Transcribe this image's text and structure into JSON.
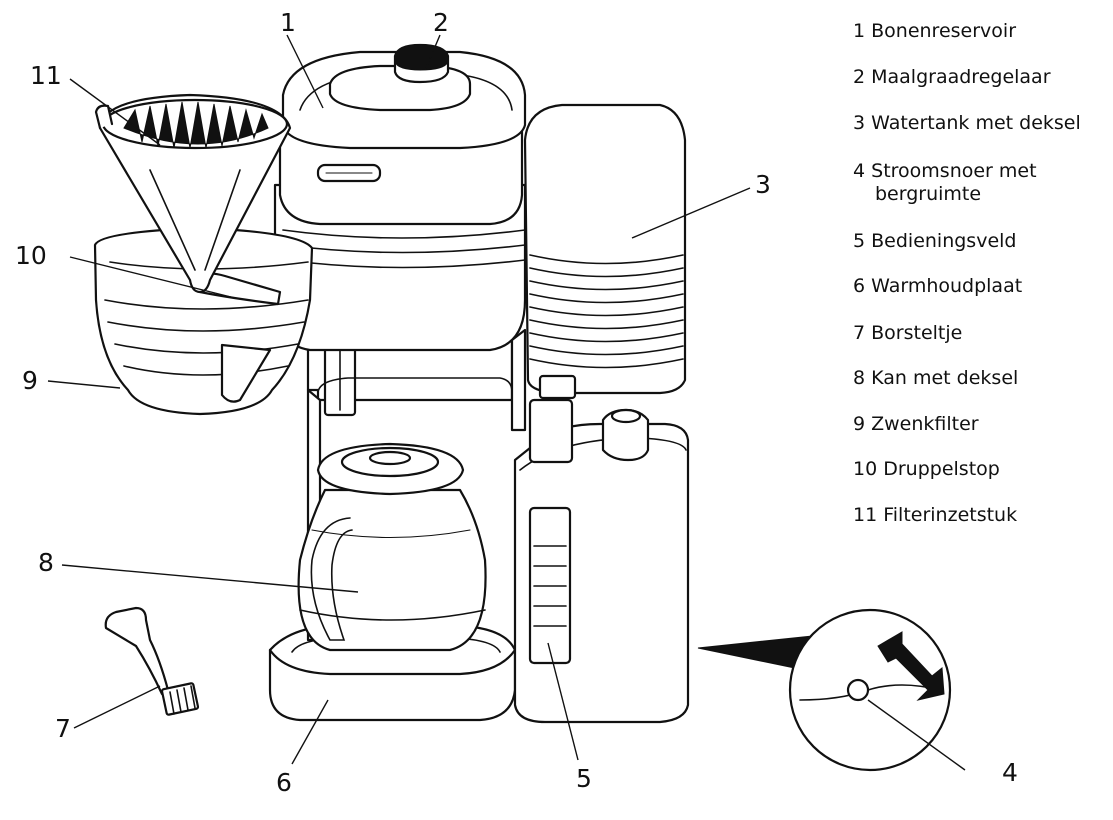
{
  "callout_numbers": {
    "n1": "1",
    "n2": "2",
    "n3": "3",
    "n4": "4",
    "n5": "5",
    "n6": "6",
    "n7": "7",
    "n8": "8",
    "n9": "9",
    "n10": "10",
    "n11": "11"
  },
  "legend": [
    {
      "label": "1 Bonenreservoir",
      "sub": ""
    },
    {
      "label": "2 Maalgraadregelaar",
      "sub": ""
    },
    {
      "label": "3 Watertank met deksel",
      "sub": ""
    },
    {
      "label": "4 Stroomsnoer met",
      "sub": "bergruimte"
    },
    {
      "label": "5 Bedieningsveld",
      "sub": ""
    },
    {
      "label": "6 Warmhoudplaat",
      "sub": ""
    },
    {
      "label": "7 Borsteltje",
      "sub": ""
    },
    {
      "label": "8 Kan met deksel",
      "sub": ""
    },
    {
      "label": "9 Zwenkfilter",
      "sub": ""
    },
    {
      "label": "10 Druppelstop",
      "sub": ""
    },
    {
      "label": "11 Filterinzetstuk",
      "sub": ""
    }
  ]
}
